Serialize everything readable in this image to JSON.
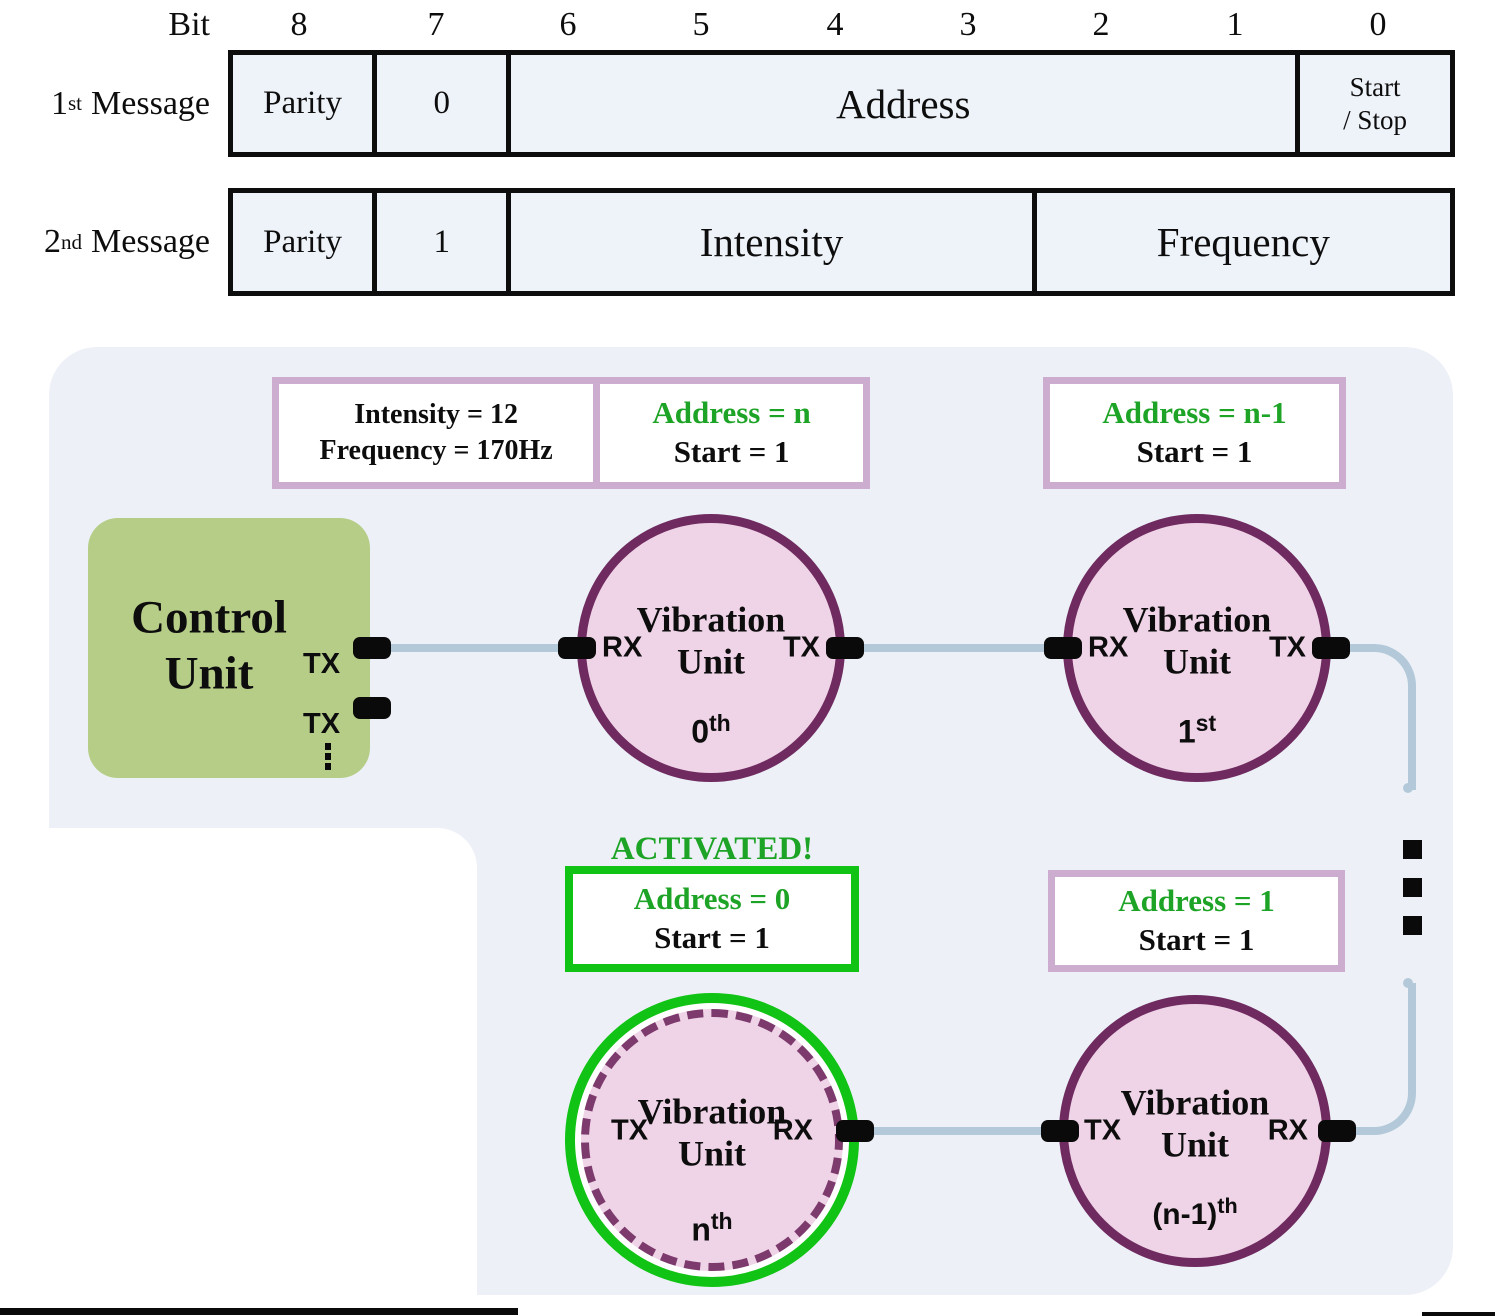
{
  "colors": {
    "green_text": "#1da325",
    "green_bright": "#10c314",
    "purple_border": "#6f2b60",
    "purple_dashed": "#7d3a6d",
    "pink_fill": "#efd3e7",
    "mauve_border": "#ccadd0",
    "control_green": "#b6cd88",
    "wire": "#b3c9d9",
    "panel_bg": "#edf1f7",
    "cell_fill": "#eef2f9",
    "ink": "#0d0d0d"
  },
  "bit_table": {
    "corner_label": "Bit",
    "bit_numbers": [
      "8",
      "7",
      "6",
      "5",
      "4",
      "3",
      "2",
      "1",
      "0"
    ],
    "row1": {
      "label_num": "1",
      "label_ord": "st",
      "label_text": "Message",
      "cell_parity": "Parity",
      "cell_bit7": "0",
      "cell_field": "Address",
      "start_stop": [
        "Start",
        "/ Stop"
      ]
    },
    "row2": {
      "label_num": "2",
      "label_ord": "nd",
      "label_text": "Message",
      "cell_parity": "Parity",
      "cell_bit7": "1",
      "cell_field1": "Intensity",
      "cell_field2": "Frequency"
    }
  },
  "diagram": {
    "control_unit": {
      "line1": "Control",
      "line2": "Unit",
      "tx_top": "TX",
      "tx_bottom": "TX"
    },
    "command_box": {
      "line1": "Intensity = 12",
      "line2": "Frequency = 170Hz"
    },
    "address_box_unit0": {
      "address": "Address = n",
      "start": "Start = 1"
    },
    "address_box_unit1": {
      "address": "Address = n-1",
      "start": "Start = 1"
    },
    "address_box_unitN": {
      "address": "Address = 0",
      "start": "Start = 1"
    },
    "address_box_unitN1": {
      "address": "Address = 1",
      "start": "Start = 1"
    },
    "activated_label": "ACTIVATED!",
    "unit0": {
      "name_line1": "Vibration",
      "name_line2": "Unit",
      "left_port": "RX",
      "right_port": "TX",
      "ordinal": "0",
      "ordinal_sup": "th"
    },
    "unit1": {
      "name_line1": "Vibration",
      "name_line2": "Unit",
      "left_port": "RX",
      "right_port": "TX",
      "ordinal": "1",
      "ordinal_sup": "st"
    },
    "unitN": {
      "name_line1": "Vibration",
      "name_line2": "Unit",
      "left_port": "TX",
      "right_port": "RX",
      "ordinal": "n",
      "ordinal_sup": "th"
    },
    "unitN1": {
      "name_line1": "Vibration",
      "name_line2": "Unit",
      "left_port": "TX",
      "right_port": "RX",
      "ordinal": "(n-1)",
      "ordinal_sup": "th"
    }
  }
}
